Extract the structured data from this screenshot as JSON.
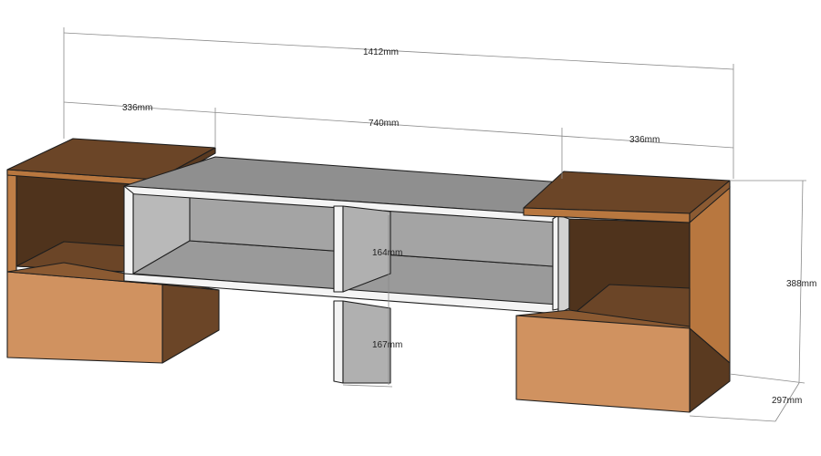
{
  "diagram": {
    "dimensions": {
      "total_width": "1412mm",
      "left_module_width": "336mm",
      "center_width": "740mm",
      "right_module_width": "336mm",
      "height": "388mm",
      "depth": "297mm",
      "upper_compartment_height": "164mm",
      "lower_compartment_height": "167mm"
    },
    "colors": {
      "wood_top": "#6b4527",
      "wood_side": "#b8773f",
      "wood_front": "#d09260",
      "wood_inner": "#5a3a20",
      "white_panel": "#f4f4f4",
      "gray_inner": "#8f8f8f",
      "gray_light": "#b9b9b9",
      "edge": "#1e1e1e",
      "dimension_line": "#8a8a8a"
    }
  }
}
